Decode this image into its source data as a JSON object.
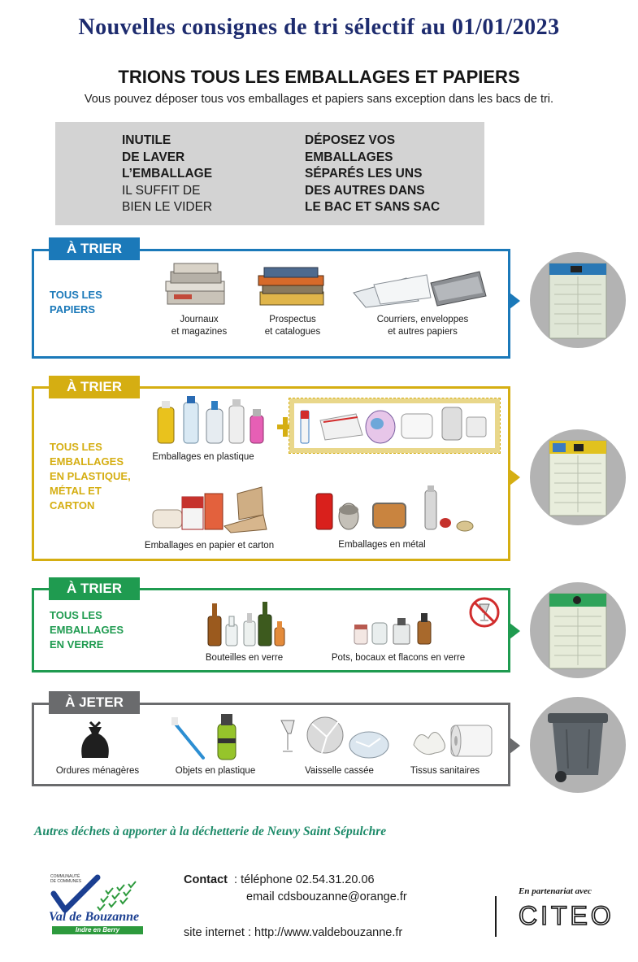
{
  "header": {
    "title": "Nouvelles consignes de tri sélectif au 01/01/2023",
    "subtitle": "TRIONS TOUS LES EMBALLAGES ET PAPIERS",
    "intro": "Vous pouvez déposer tous vos emballages et papiers sans exception dans les bacs de tri."
  },
  "tips": {
    "left": [
      "INUTILE",
      "DE LAVER",
      "L’EMBALLAGE",
      "IL SUFFIT DE",
      "BIEN LE VIDER"
    ],
    "right": [
      "DÉPOSEZ VOS",
      "EMBALLAGES",
      "SÉPARÉS LES UNS",
      "DES AUTRES DANS",
      "LE BAC ET SANS SAC"
    ]
  },
  "sections": {
    "papers": {
      "tag": "À TRIER",
      "label": [
        "TOUS LES",
        "PAPIERS"
      ],
      "color": "#1b79b9",
      "items": [
        [
          "Journaux",
          "et magazines"
        ],
        [
          "Prospectus",
          "et catalogues"
        ],
        [
          "Courriers, enveloppes",
          "et autres papiers"
        ]
      ]
    },
    "packaging": {
      "tag": "À TRIER",
      "label": [
        "TOUS LES",
        "EMBALLAGES",
        "EN PLASTIQUE,",
        "MÉTAL ET",
        "CARTON"
      ],
      "color": "#d5ae12",
      "items": {
        "plastic": "Emballages en plastique",
        "paper": "Emballages en papier et carton",
        "metal": "Emballages en métal"
      }
    },
    "glass": {
      "tag": "À TRIER",
      "label": [
        "TOUS LES",
        "EMBALLAGES",
        "EN VERRE"
      ],
      "color": "#1f9b50",
      "items": {
        "bottles": "Bouteilles en verre",
        "jars": "Pots, bocaux et flacons en verre"
      }
    },
    "trash": {
      "tag": "À JETER",
      "color": "#6a6b6d",
      "items": [
        "Ordures ménagères",
        "Objets en plastique",
        "Vaisselle cassée",
        "Tissus sanitaires"
      ]
    }
  },
  "footer": {
    "note": "Autres déchets à apporter à la déchetterie de Neuvy Saint Sépulchre",
    "contact_label": "Contact",
    "phone": ": téléphone 02.54.31.20.06",
    "email": "email  cdsbouzanne@orange.fr",
    "website": "site internet : http://www.valdebouzanne.fr",
    "logo": {
      "top_text": [
        "COMMUNAUTÉ",
        "DE COMMUNES"
      ],
      "name": "Val de Bouzanne",
      "tagline": "Indre en Berry"
    },
    "partner": {
      "label": "En partenariat avec",
      "brand": "CITEO"
    }
  },
  "colors": {
    "title": "#1d2b6e",
    "blue": "#1b79b9",
    "yellow": "#d5ae12",
    "green": "#1f9b50",
    "grey": "#6a6b6d",
    "footer_note": "#1c8a68"
  }
}
